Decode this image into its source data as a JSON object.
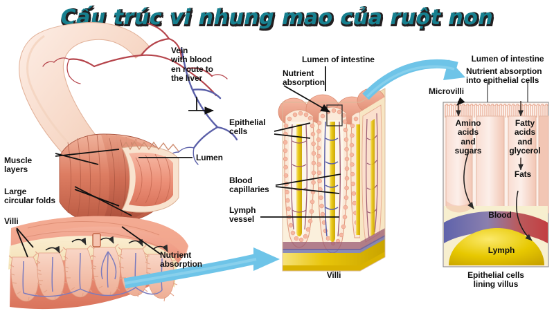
{
  "title": {
    "text": "Cấu trúc vi nhung mao của ruột non",
    "color": "#17808f",
    "outline": "#ffffff",
    "shadow": "#231f20"
  },
  "palette": {
    "arrow_blue": "#6ec4e8",
    "tissue_pink": "#e8826a",
    "tissue_light": "#f7c9b8",
    "lumen_cream": "#f5e8c8",
    "lymph_yellow": "#e8c50a",
    "artery_red": "#b5444b",
    "vein_blue": "#5a5fa8",
    "blood_band_blue": "#6f73b5",
    "blood_band_red": "#c14b4f",
    "label_black": "#111111",
    "box_border": "#8a8a8a"
  },
  "panels": {
    "left": {
      "name": "Small intestine gross anatomy",
      "labels": [
        {
          "id": "vein-liver",
          "text": "Vein\nwith blood\nen route to\nthe liver"
        },
        {
          "id": "muscle",
          "text": "Muscle\nlayers"
        },
        {
          "id": "folds",
          "text": "Large\ncircular folds"
        },
        {
          "id": "villi",
          "text": "Villi"
        },
        {
          "id": "lumen",
          "text": "Lumen"
        },
        {
          "id": "nutrient-abs",
          "text": "Nutrient\nabsorption"
        }
      ]
    },
    "middle": {
      "name": "Villi cross-section",
      "labels": [
        {
          "id": "lumen-intestine",
          "text": "Lumen of intestine"
        },
        {
          "id": "nutrient-abs",
          "text": "Nutrient\nabsorption"
        },
        {
          "id": "epithelial",
          "text": "Epithelial\ncells"
        },
        {
          "id": "capillaries",
          "text": "Blood\ncapillaries"
        },
        {
          "id": "lymph-vessel",
          "text": "Lymph\nvessel"
        },
        {
          "id": "villi-caption",
          "text": "Villi"
        }
      ]
    },
    "right": {
      "name": "Epithelial cell absorption detail",
      "labels": [
        {
          "id": "lumen-intestine",
          "text": "Lumen of intestine"
        },
        {
          "id": "nutrient-into",
          "text": "Nutrient absorption\ninto epithelial cells"
        },
        {
          "id": "microvilli",
          "text": "Microvilli"
        },
        {
          "id": "amino",
          "text": "Amino\nacids\nand\nsugars"
        },
        {
          "id": "fatty",
          "text": "Fatty\nacids\nand\nglycerol"
        },
        {
          "id": "fats",
          "text": "Fats"
        },
        {
          "id": "blood",
          "text": "Blood"
        },
        {
          "id": "lymph",
          "text": "Lymph"
        },
        {
          "id": "caption",
          "text": "Epithelial cells\nlining villus"
        }
      ]
    }
  },
  "arrows": {
    "blue_curved_count": 2,
    "blue_curved": [
      {
        "id": "arrow-left-to-middle",
        "from": "left-panel-villi",
        "to": "middle-panel-villi"
      },
      {
        "id": "arrow-middle-to-right",
        "from": "middle-panel-villus",
        "to": "right-panel-detail"
      }
    ]
  }
}
